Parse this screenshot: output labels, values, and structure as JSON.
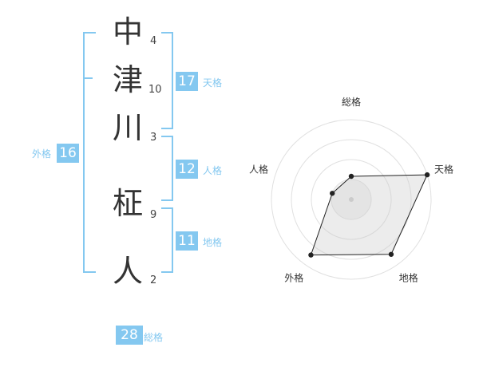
{
  "name_characters": [
    {
      "char": "中",
      "strokes": "4"
    },
    {
      "char": "津",
      "strokes": "10"
    },
    {
      "char": "川",
      "strokes": "3"
    },
    {
      "char": "柾",
      "strokes": "9"
    },
    {
      "char": "人",
      "strokes": "2"
    }
  ],
  "fortune": {
    "tenkaku": {
      "value": "17",
      "label": "天格"
    },
    "jinkaku": {
      "value": "12",
      "label": "人格"
    },
    "chikaku": {
      "value": "11",
      "label": "地格"
    },
    "gaikaku": {
      "value": "16",
      "label": "外格"
    },
    "soukaku": {
      "value": "28",
      "label": "総格"
    }
  },
  "colors": {
    "accent": "#84c8f0",
    "text": "#333333",
    "radar_fill": "#eeeeee",
    "radar_ring": "#e0e0e0"
  },
  "chart_data": {
    "type": "radar",
    "axes": [
      "総格",
      "天格",
      "地格",
      "外格",
      "人格"
    ],
    "values": [
      0.29,
      1.0,
      0.85,
      0.86,
      0.25
    ],
    "range": [
      0,
      1
    ],
    "rings": 4
  }
}
